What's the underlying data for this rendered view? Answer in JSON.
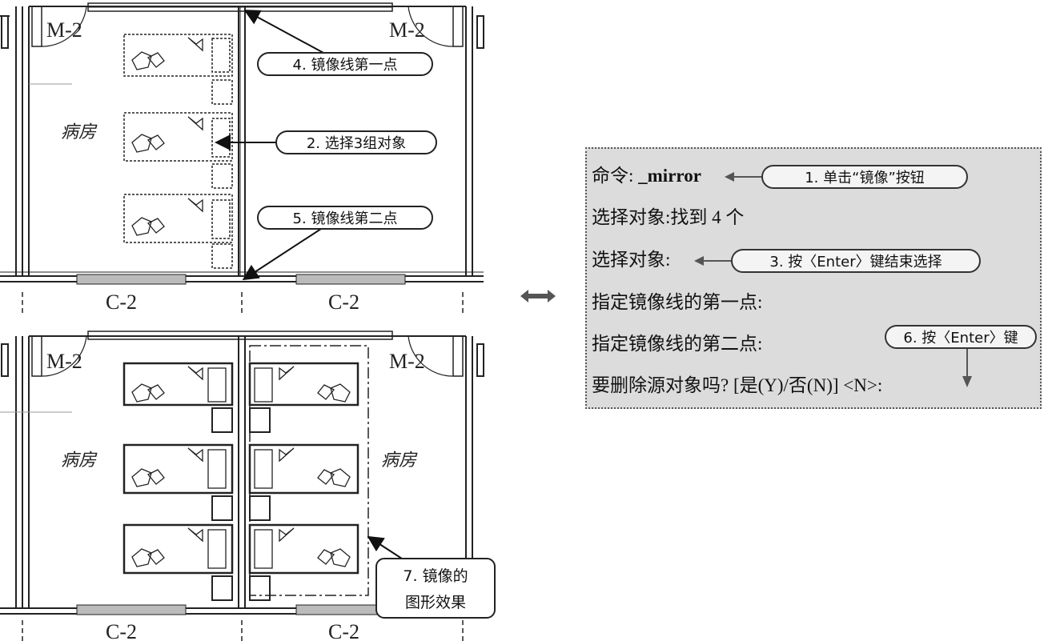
{
  "drawing": {
    "door_label": "M-2",
    "window_label": "C-2",
    "room_label": "病房"
  },
  "callouts": {
    "mirror_first_point": "4. 镜像线第一点",
    "select_objects": "2. 选择3组对象",
    "mirror_second_point": "5. 镜像线第二点",
    "mirror_result_line1": "7. 镜像的",
    "mirror_result_line2": "图形效果"
  },
  "command_panel": {
    "line1_prefix": "命令:",
    "line1_command": "_mirror",
    "line1_callout": "1. 单击“镜像”按钮",
    "line2": "选择对象:找到 4 个",
    "line3_prefix": "选择对象:",
    "line3_callout": "3. 按〈Enter〉键结束选择",
    "line4": "指定镜像线的第一点:",
    "line5_prefix": "指定镜像线的第二点:",
    "line5_callout": "6. 按〈Enter〉键",
    "line6": "要删除源对象吗? [是(Y)/否(N)] <N>:"
  },
  "colors": {
    "panel_bg": "#dcdcdc",
    "line": "#222222",
    "pill_bg": "#f4f4f4"
  }
}
